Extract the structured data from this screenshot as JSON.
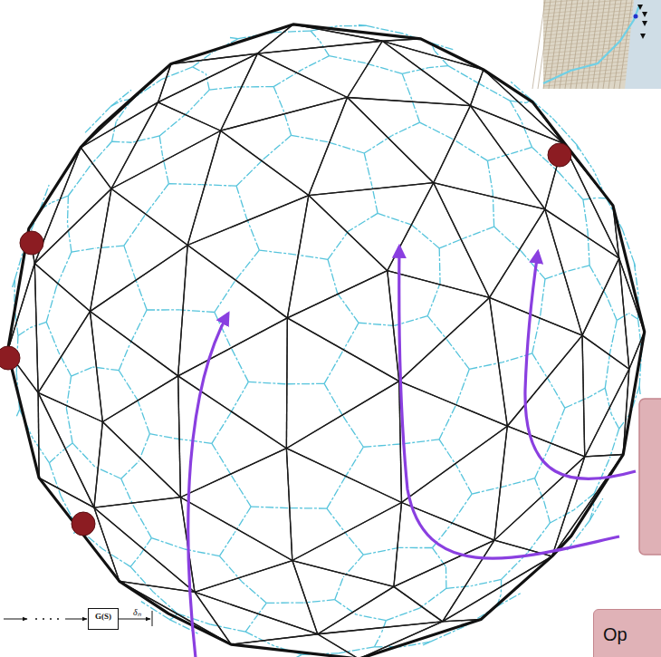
{
  "diagram": {
    "nodes": [
      {
        "text": [
          "G(S)"
        ]
      },
      {
        "text": [
          "Op"
        ]
      }
    ],
    "labels": [
      "δₙ"
    ]
  }
}
